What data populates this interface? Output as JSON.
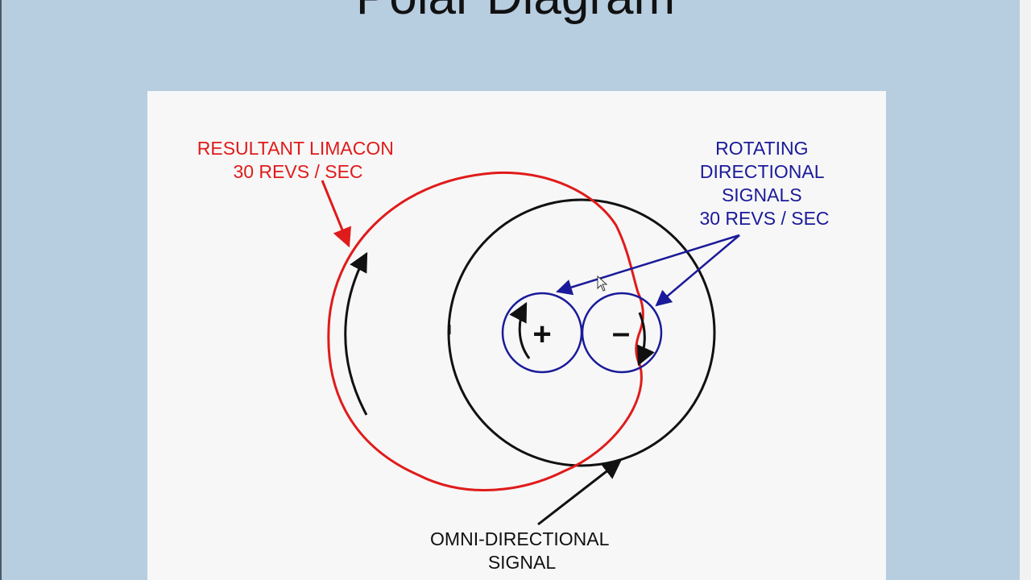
{
  "slide": {
    "title": "Polar Diagram"
  },
  "diagram": {
    "limacon_label": [
      "RESULTANT LIMACON",
      "30 REVS / SEC"
    ],
    "rotating_label": [
      "ROTATING",
      "DIRECTIONAL",
      "SIGNALS",
      "30 REVS / SEC"
    ],
    "omni_label": [
      "OMNI-DIRECTIONAL",
      "SIGNAL"
    ],
    "plus_sign": "+",
    "minus_sign": "–",
    "colors": {
      "limacon": "#e01b1b",
      "directional": "#1a1a9a",
      "omni": "#111111",
      "background": "#b7cde0",
      "panel": "#f7f7f7"
    }
  }
}
